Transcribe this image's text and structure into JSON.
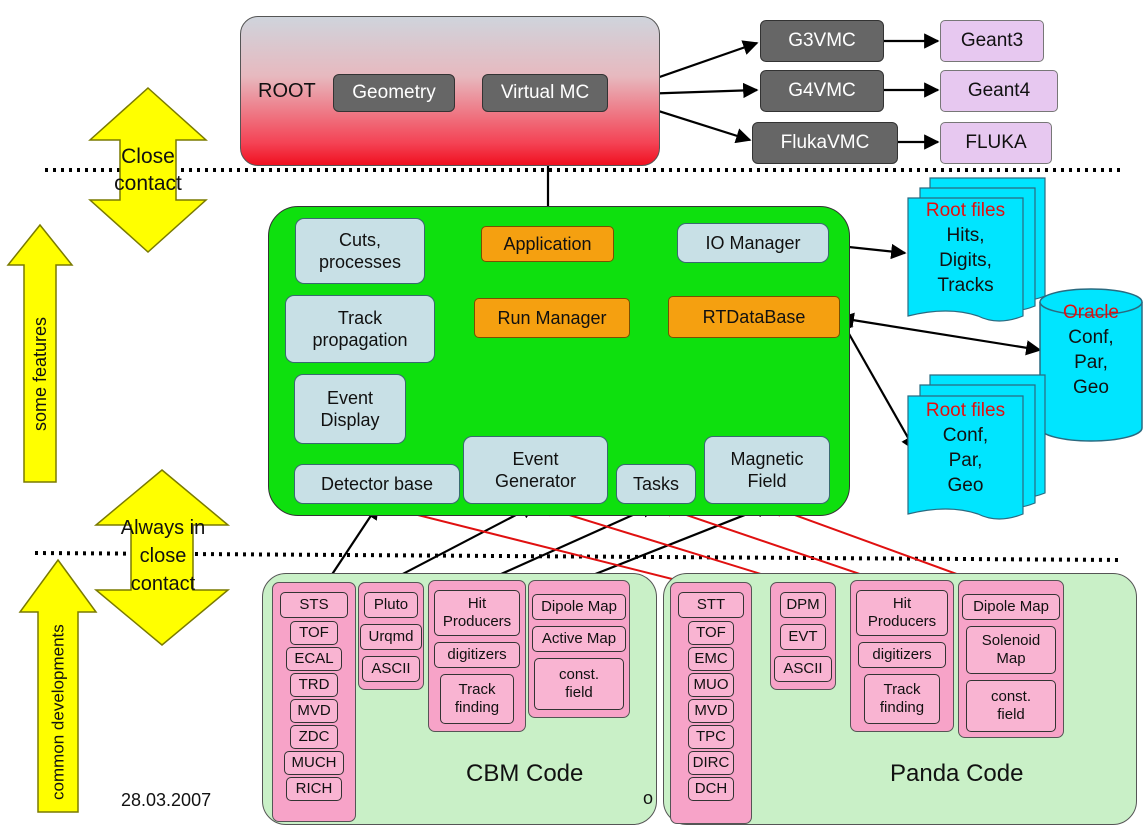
{
  "root": {
    "label": "ROOT",
    "geometry": "Geometry",
    "virtual_mc": "Virtual MC"
  },
  "vmc": {
    "g3": "G3VMC",
    "g4": "G4VMC",
    "fluka": "FlukaVMC"
  },
  "engines": {
    "geant3": "Geant3",
    "geant4": "Geant4",
    "fluka": "FLUKA"
  },
  "left_arrows": {
    "close_contact": "Close contact",
    "some_features": "some features",
    "always_close": "Always in close contact",
    "common_dev": "common developments"
  },
  "framework": {
    "cuts": "Cuts, processes",
    "application": "Application",
    "io_manager": "IO Manager",
    "track_prop": "Track propagation",
    "run_manager": "Run Manager",
    "rtdatabase": "RTDataBase",
    "event_display": "Event Display",
    "detector_base": "Detector base",
    "event_generator": "Event Generator",
    "tasks": "Tasks",
    "magnetic_field": "Magnetic Field"
  },
  "files": {
    "root1_title": "Root files",
    "root1_l1": "Hits,",
    "root1_l2": "Digits,",
    "root1_l3": "Tracks",
    "oracle_title": "Oracle",
    "oracle_l1": "Conf,",
    "oracle_l2": "Par,",
    "oracle_l3": "Geo",
    "root2_title": "Root files",
    "root2_l1": "Conf,",
    "root2_l2": "Par,",
    "root2_l3": "Geo"
  },
  "cbm": {
    "title": "CBM Code",
    "detectors": [
      "STS",
      "TOF",
      "ECAL",
      "TRD",
      "MVD",
      "ZDC",
      "MUCH",
      "RICH"
    ],
    "generators": [
      "Pluto",
      "Urqmd",
      "ASCII"
    ],
    "hit": [
      "Hit Producers",
      "digitizers",
      "Track finding"
    ],
    "maps": [
      "Dipole Map",
      "Active Map",
      "const. field"
    ]
  },
  "panda": {
    "title": "Panda Code",
    "detectors": [
      "STT",
      "TOF",
      "EMC",
      "MUO",
      "MVD",
      "TPC",
      "DIRC",
      "DCH"
    ],
    "generators": [
      "DPM",
      "EVT",
      "ASCII"
    ],
    "hit": [
      "Hit Producers",
      "digitizers",
      "Track finding"
    ],
    "maps": [
      "Dipole Map",
      "Solenoid Map",
      "const. field"
    ]
  },
  "footer": {
    "date": "28.03.2007",
    "stray": "o"
  },
  "colors": {
    "framework_green": "#0ee00e",
    "orange": "#f5a010",
    "light_blue": "#c8e0e6",
    "pink": "#f9b4d2",
    "yellow": "#ffff00",
    "cyan": "#00e5ff",
    "red_arrow": "#e01010"
  }
}
